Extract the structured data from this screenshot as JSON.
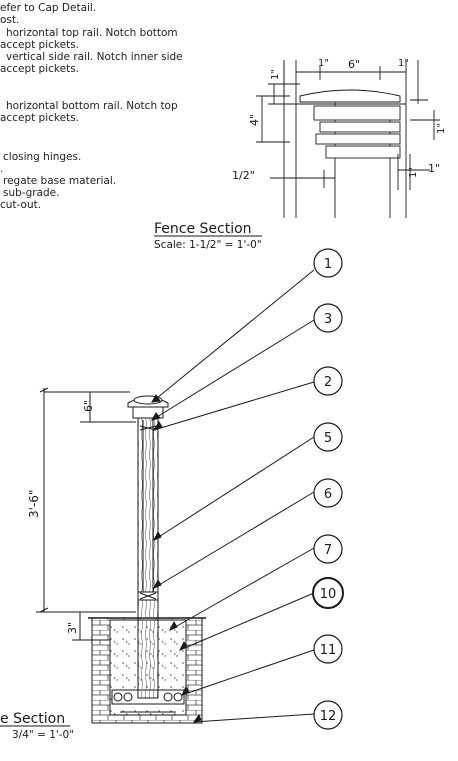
{
  "notes": [
    "efer to Cap Detail.",
    "ost.",
    "horizontal top rail.  Notch bottom",
    "accept pickets.",
    "vertical side rail.  Notch inner side",
    "accept pickets.",
    "horizontal bottom rail.  Notch top",
    "accept pickets.",
    "closing hinges.",
    ".",
    "regate base material.",
    "sub-grade.",
    "cut-out."
  ],
  "fence_section": {
    "title": "Fence Section",
    "scale": "Scale: 1-1/2\" = 1'-0\"",
    "dims": {
      "top_1": "1\"",
      "top_1b": "1\"",
      "top_6": "6\"",
      "top_1c": "1\"",
      "side_4": "4\"",
      "side_1": "1\"",
      "bottom_half": "1/2\"",
      "bottom_1a": "1\"",
      "bottom_1b": "1\""
    }
  },
  "post_section": {
    "title": "e Section",
    "scale": "3/4\" = 1'-0\"",
    "dims": {
      "cap_6": "6\"",
      "height": "3'-6\"",
      "below_3": "3\""
    }
  },
  "callouts": [
    "1",
    "3",
    "2",
    "5",
    "6",
    "7",
    "10",
    "11",
    "12"
  ]
}
